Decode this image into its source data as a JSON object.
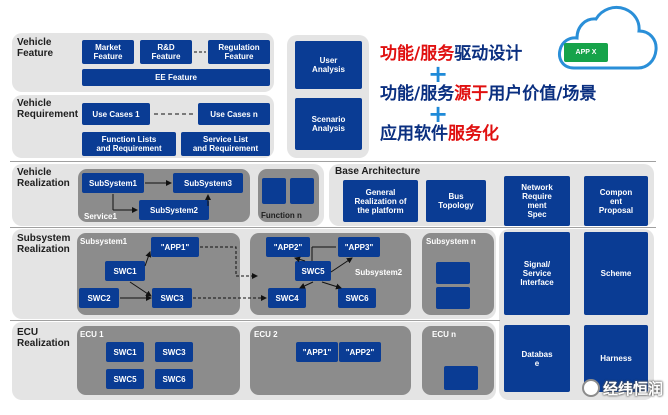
{
  "rows": {
    "vehicle_feature": "Vehicle\nFeature",
    "vehicle_requirement": "Vehicle\nRequirement",
    "vehicle_realization": "Vehicle\nRealization",
    "subsystem_realization": "Subsystem\nRealization",
    "ecu_realization": "ECU\nRealization"
  },
  "feature": {
    "market": "Market\nFeature",
    "rd": "R&D\nFeature",
    "regulation": "Regulation\nFeature",
    "ee": "EE Feature"
  },
  "requirement": {
    "uc1": "Use Cases 1",
    "ucn": "Use Cases n",
    "func": "Function Lists\nand Requirement",
    "svc": "Service List\nand Requirement"
  },
  "analysis": {
    "user": "User\nAnalysis",
    "scenario": "Scenario\nAnalysis"
  },
  "slogans": {
    "l1a": "功能/服务",
    "l1b": "驱动设计",
    "l2a": "功能/服务",
    "l2b": "源于",
    "l2c": "用户价值/场景",
    "l3a": "应用软件",
    "l3b": "服务化",
    "appx": "APP X"
  },
  "vehicle_realization": {
    "subsystem1": "SubSystem1",
    "subsystem3": "SubSystem3",
    "subsystem2": "SubSystem2",
    "service1": "Service1",
    "function_n": "Function n"
  },
  "base": {
    "title": "Base Architecture",
    "general": "General\nRealization of\nthe platform",
    "bus": "Bus\nTopology",
    "network": "Network\nRequire\nment\nSpec",
    "component": "Compon\nent\nProposal",
    "signal": "Signal/\nService\nInterface",
    "scheme": "Scheme",
    "database": "Databas\ne",
    "harness": "Harness"
  },
  "subsystem_realization": {
    "sub1": "Subsystem1",
    "app1": "\"APP1\"",
    "swc1": "SWC1",
    "swc2": "SWC2",
    "swc3": "SWC3",
    "app2": "\"APP2\"",
    "app3": "\"APP3\"",
    "swc5": "SWC5",
    "swc4": "SWC4",
    "swc6": "SWC6",
    "sub2": "Subsystem2",
    "subn": "Subsystem n"
  },
  "ecu": {
    "ecu1": "ECU 1",
    "swc1": "SWC1",
    "swc3": "SWC3",
    "swc5": "SWC5",
    "swc6": "SWC6",
    "ecu2": "ECU 2",
    "app1": "\"APP1\"",
    "app2": "\"APP2\"",
    "ecun": "ECU n"
  },
  "watermark": "经纬恒润",
  "colors": {
    "box": "#0a3c94",
    "panel": "#e4e4e4",
    "dark_panel": "#8c8c8c",
    "red": "#e01010",
    "plus": "#1f8ad8",
    "cloud": "#2a8fd8"
  }
}
